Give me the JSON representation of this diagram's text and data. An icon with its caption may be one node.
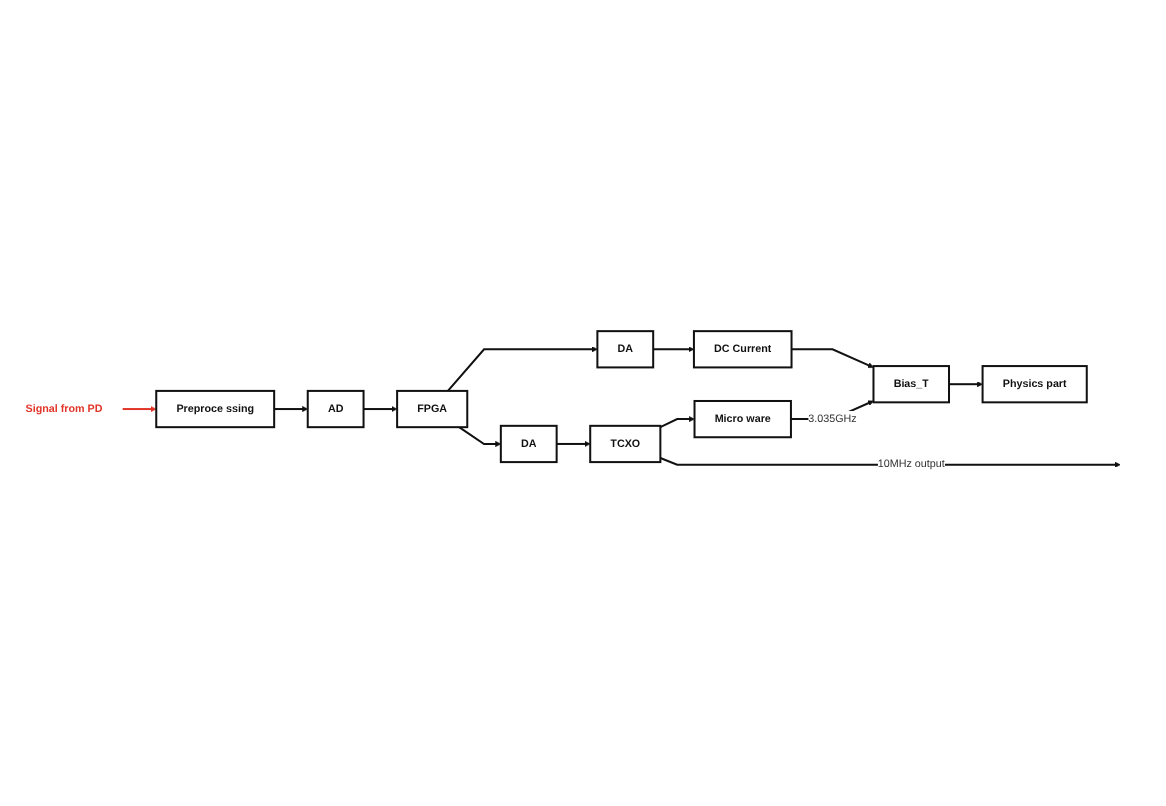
{
  "diagram": {
    "nodes": [
      {
        "text": [
          "DA"
        ]
      },
      {
        "text": [
          "DC Current"
        ]
      },
      {
        "text": [
          "Bias_T"
        ]
      },
      {
        "text": [
          "Physics part"
        ]
      },
      {
        "text": [
          "AD"
        ]
      },
      {
        "text": [
          "FPGA"
        ]
      },
      {
        "text": [
          "Micro ware"
        ]
      },
      {
        "text": [
          "Preproce ssing"
        ]
      },
      {
        "text": [
          "DA"
        ]
      },
      {
        "text": [
          "TCXO"
        ]
      },
      {
        "text": [
          "Signal from PD"
        ]
      }
    ],
    "edges": [
      {
        "from": 0,
        "to": 1,
        "arrow": "to"
      },
      {
        "from": 1,
        "to": 2,
        "arrow": "to"
      },
      {
        "from": 2,
        "to": 3,
        "arrow": "to"
      },
      {
        "from": 4,
        "to": 5,
        "arrow": "to"
      },
      {
        "from": 5,
        "to": 0,
        "arrow": "to"
      },
      {
        "from": 5,
        "to": 8,
        "arrow": "to"
      },
      {
        "from": 7,
        "to": 4,
        "arrow": "to"
      },
      {
        "from": 10,
        "to": 7,
        "arrow": "to",
        "color": "#e2352a"
      },
      {
        "from": 8,
        "to": 9,
        "arrow": "to"
      },
      {
        "from": 9,
        "to": 6,
        "arrow": "to"
      },
      {
        "from": 6,
        "to": 2,
        "arrow": "to",
        "label": "3.035GHz"
      },
      {
        "from": 9,
        "to": null,
        "arrow": "to",
        "label": "10MHz output"
      }
    ]
  }
}
